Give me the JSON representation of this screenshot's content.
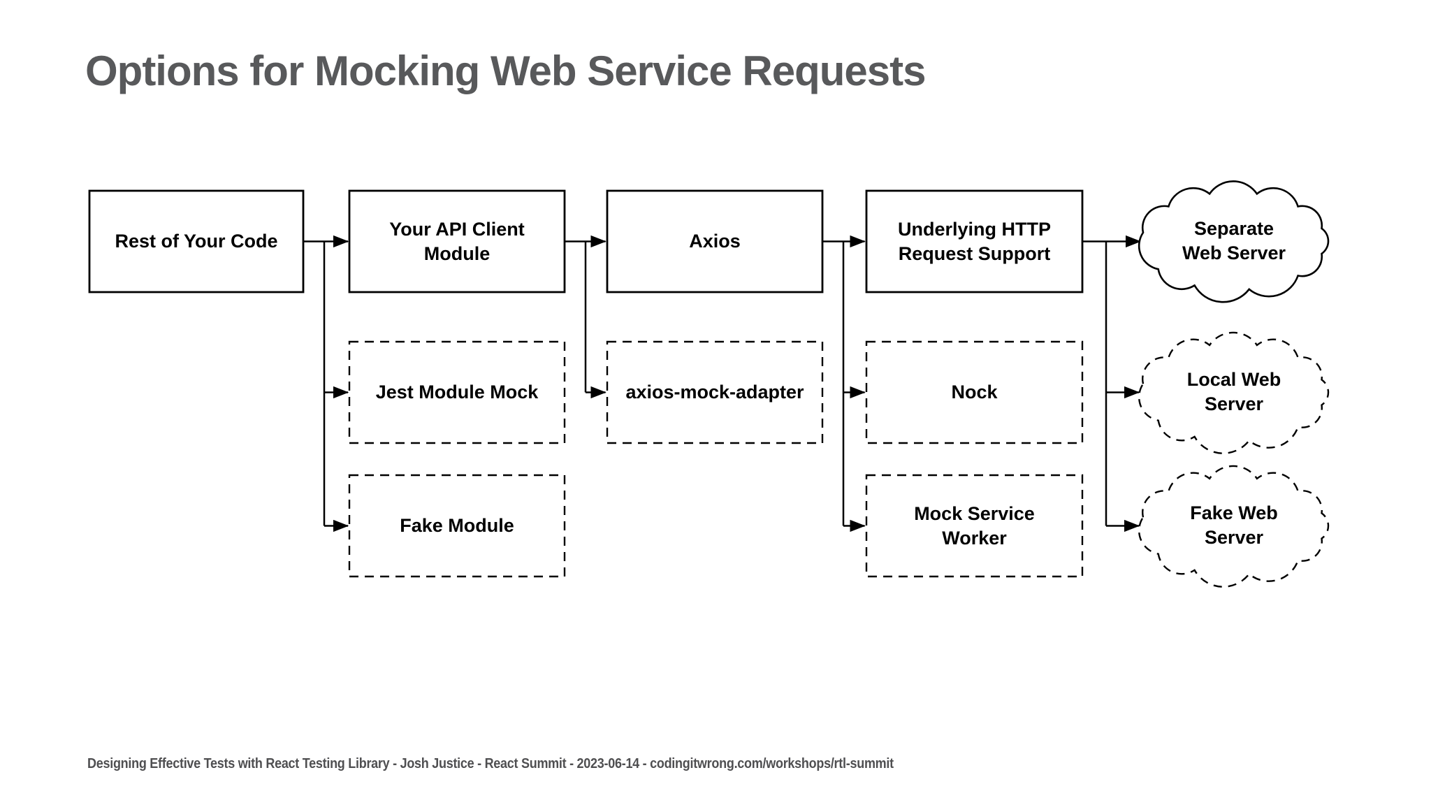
{
  "slide": {
    "title": "Options for Mocking Web Service Requests",
    "footer": "Designing Effective Tests with React Testing Library - Josh Justice - React Summit - 2023-06-14 - codingitwrong.com/workshops/rtl-summit"
  },
  "colors": {
    "background": "#ffffff",
    "title_text": "#58595b",
    "footer_text": "#4f4f51",
    "diagram_stroke": "#000000",
    "node_text": "#000000"
  },
  "nodes": {
    "rest_of_your_code": {
      "l1": "Rest of Your Code",
      "shape": "solid-box"
    },
    "your_api_client_module": {
      "l1": "Your API Client",
      "l2": "Module",
      "shape": "solid-box"
    },
    "axios": {
      "l1": "Axios",
      "shape": "solid-box"
    },
    "underlying_http_request_support": {
      "l1": "Underlying HTTP",
      "l2": "Request Support",
      "shape": "solid-box"
    },
    "jest_module_mock": {
      "l1": "Jest Module Mock",
      "shape": "dashed-box"
    },
    "axios_mock_adapter": {
      "l1": "axios-mock-adapter",
      "shape": "dashed-box"
    },
    "nock": {
      "l1": "Nock",
      "shape": "dashed-box"
    },
    "fake_module": {
      "l1": "Fake Module",
      "shape": "dashed-box"
    },
    "mock_service_worker": {
      "l1": "Mock Service",
      "l2": "Worker",
      "shape": "dashed-box"
    },
    "separate_web_server": {
      "l1": "Separate",
      "l2": "Web Server",
      "shape": "solid-cloud"
    },
    "local_web_server": {
      "l1": "Local Web",
      "l2": "Server",
      "shape": "dashed-cloud"
    },
    "fake_web_server": {
      "l1": "Fake Web",
      "l2": "Server",
      "shape": "dashed-cloud"
    }
  },
  "edges": [
    {
      "from": "rest_of_your_code",
      "to": "your_api_client_module"
    },
    {
      "from": "rest_of_your_code",
      "to": "jest_module_mock"
    },
    {
      "from": "rest_of_your_code",
      "to": "fake_module"
    },
    {
      "from": "your_api_client_module",
      "to": "axios"
    },
    {
      "from": "your_api_client_module",
      "to": "axios_mock_adapter"
    },
    {
      "from": "axios",
      "to": "underlying_http_request_support"
    },
    {
      "from": "axios",
      "to": "nock"
    },
    {
      "from": "axios",
      "to": "mock_service_worker"
    },
    {
      "from": "underlying_http_request_support",
      "to": "separate_web_server"
    },
    {
      "from": "underlying_http_request_support",
      "to": "local_web_server"
    },
    {
      "from": "underlying_http_request_support",
      "to": "fake_web_server"
    }
  ]
}
